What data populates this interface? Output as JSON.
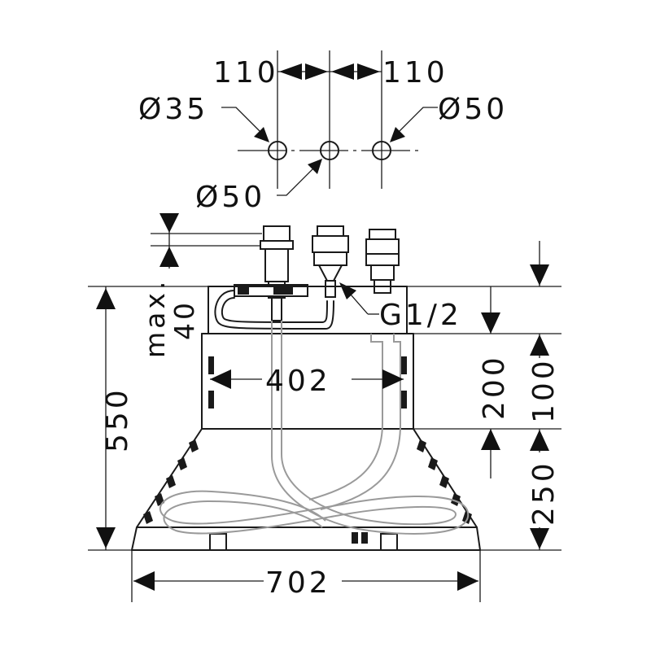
{
  "dimensions": {
    "spacing_left": "110",
    "spacing_right": "110",
    "hole_left_diameter": "Ø35",
    "hole_right_diameter": "Ø50",
    "hole_center_diameter": "Ø50",
    "installation_max_line1": "max.",
    "installation_max_line2": "40",
    "connection_thread": "G1/2",
    "inner_width": "402",
    "overall_height": "550",
    "overall_width": "702",
    "upper_height": "200",
    "upper_offset": "100",
    "lower_height": "250"
  },
  "colors": {
    "line": "#1a1a1a",
    "hidden_hose": "#9a9a9a",
    "background": "#ffffff"
  }
}
